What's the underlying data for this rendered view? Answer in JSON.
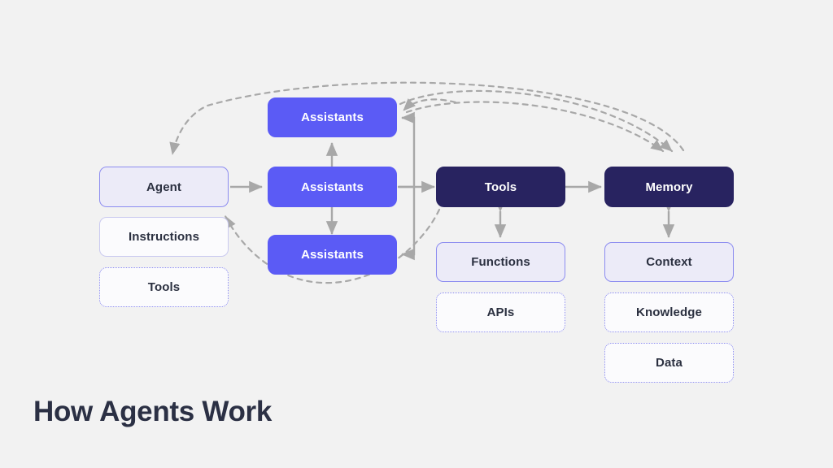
{
  "slide": {
    "title": "How Agents Work",
    "background_color": "#f2f2f2",
    "title_color": "#2b3044"
  },
  "palette": {
    "primary_purple": "#5b5bf5",
    "dark_navy": "#282360",
    "tint_lavender": "#ecebf8",
    "light_white": "#fbfbfd",
    "border_purple": "#8c8cf0",
    "connector_gray": "#a8a8a8"
  },
  "columns": [
    {
      "name": "agent-column",
      "nodes": [
        {
          "id": "agent",
          "label": "Agent",
          "style": "tint"
        },
        {
          "id": "instructions",
          "label": "Instructions",
          "style": "light"
        },
        {
          "id": "agent-tools",
          "label": "Tools",
          "style": "dotted"
        }
      ]
    },
    {
      "name": "assistants-column",
      "nodes": [
        {
          "id": "assistant-top",
          "label": "Assistants",
          "style": "primary"
        },
        {
          "id": "assistant-mid",
          "label": "Assistants",
          "style": "primary"
        },
        {
          "id": "assistant-bottom",
          "label": "Assistants",
          "style": "primary"
        }
      ]
    },
    {
      "name": "tools-column",
      "nodes": [
        {
          "id": "tools",
          "label": "Tools",
          "style": "dark"
        },
        {
          "id": "functions",
          "label": "Functions",
          "style": "tint"
        },
        {
          "id": "apis",
          "label": "APIs",
          "style": "dotted"
        }
      ]
    },
    {
      "name": "memory-column",
      "nodes": [
        {
          "id": "memory",
          "label": "Memory",
          "style": "dark"
        },
        {
          "id": "context",
          "label": "Context",
          "style": "tint"
        },
        {
          "id": "knowledge",
          "label": "Knowledge",
          "style": "dotted"
        },
        {
          "id": "data",
          "label": "Data",
          "style": "dotted"
        }
      ]
    }
  ],
  "connections": [
    {
      "from": "agent",
      "to": "assistant-mid",
      "kind": "solid-arrow"
    },
    {
      "from": "assistant-mid",
      "to": "assistant-top",
      "kind": "solid-arrow"
    },
    {
      "from": "assistant-mid",
      "to": "assistant-bottom",
      "kind": "solid-arrow"
    },
    {
      "from": "assistant-mid",
      "to": "tools",
      "kind": "solid-arrow"
    },
    {
      "from": "assistant-mid",
      "to": "assistant-top",
      "kind": "solid-elbow"
    },
    {
      "from": "assistant-mid",
      "to": "assistant-bottom",
      "kind": "solid-elbow"
    },
    {
      "from": "tools",
      "to": "memory",
      "kind": "solid-arrow"
    },
    {
      "from": "tools",
      "to": "functions",
      "kind": "solid-double-arrow"
    },
    {
      "from": "memory",
      "to": "context",
      "kind": "solid-double-arrow"
    },
    {
      "from": "assistant-top",
      "to": "memory",
      "kind": "dashed-arc"
    },
    {
      "from": "memory",
      "to": "agent",
      "kind": "dashed-arc"
    },
    {
      "from": "assistant-top",
      "to": "memory",
      "kind": "dashed-arc"
    },
    {
      "from": "tools",
      "to": "agent",
      "kind": "dashed-arc"
    },
    {
      "from": "tools",
      "to": "assistant-top",
      "kind": "dashed-arc"
    }
  ]
}
